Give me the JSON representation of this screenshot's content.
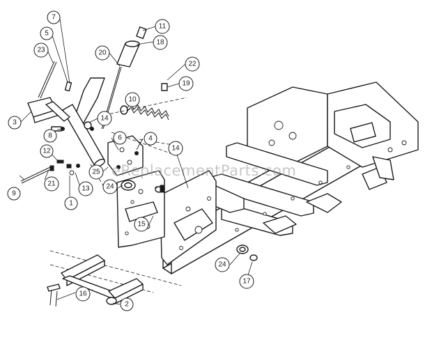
{
  "watermark": "eReplacementParts.com",
  "callouts": [
    {
      "id": "c11",
      "label": "11"
    },
    {
      "id": "c7",
      "label": "7"
    },
    {
      "id": "c5",
      "label": "5"
    },
    {
      "id": "c18",
      "label": "18"
    },
    {
      "id": "c23",
      "label": "23"
    },
    {
      "id": "c20",
      "label": "20"
    },
    {
      "id": "c22",
      "label": "22"
    },
    {
      "id": "c19",
      "label": "19"
    },
    {
      "id": "c10",
      "label": "10"
    },
    {
      "id": "c3",
      "label": "3"
    },
    {
      "id": "c14a",
      "label": "14"
    },
    {
      "id": "c8",
      "label": "8"
    },
    {
      "id": "c6",
      "label": "6"
    },
    {
      "id": "c4",
      "label": "4"
    },
    {
      "id": "c12",
      "label": "12"
    },
    {
      "id": "c14b",
      "label": "14"
    },
    {
      "id": "c25",
      "label": "25"
    },
    {
      "id": "c9",
      "label": "9"
    },
    {
      "id": "c21",
      "label": "21"
    },
    {
      "id": "c13",
      "label": "13"
    },
    {
      "id": "c24a",
      "label": "24"
    },
    {
      "id": "c1",
      "label": "1"
    },
    {
      "id": "c15",
      "label": "15"
    },
    {
      "id": "c24b",
      "label": "24"
    },
    {
      "id": "c17",
      "label": "17"
    },
    {
      "id": "c16",
      "label": "16"
    },
    {
      "id": "c2",
      "label": "2"
    }
  ]
}
